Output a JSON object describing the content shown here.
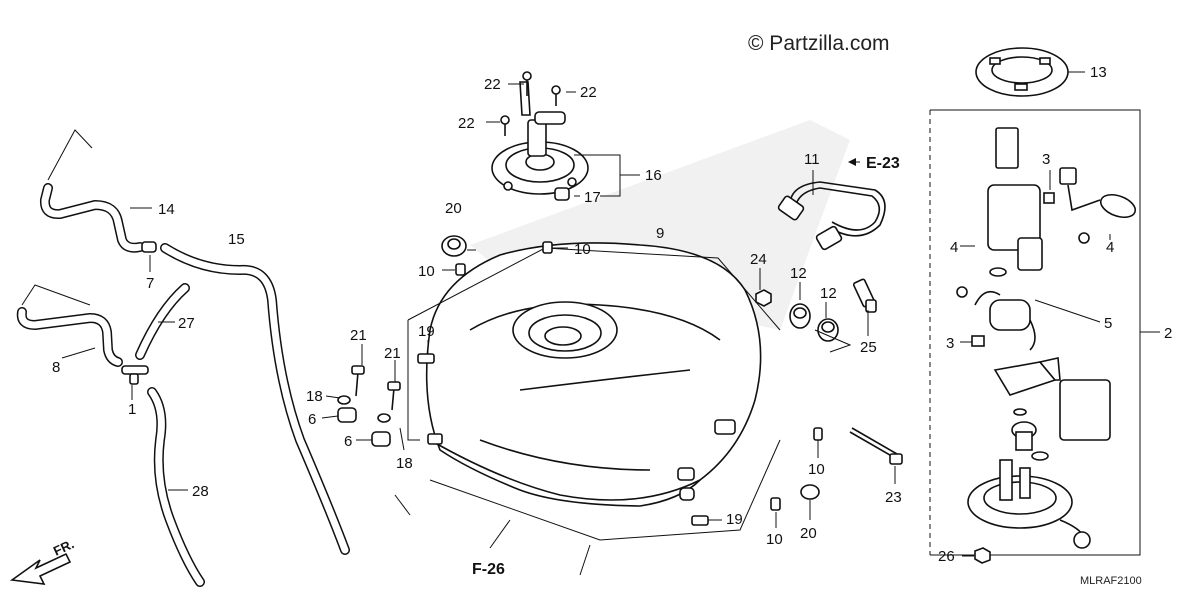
{
  "watermark": "© Partzilla.com",
  "diagram_code": "MLRAF2100",
  "direction_label": "FR.",
  "references": {
    "e23": "E-23",
    "f26": "F-26"
  },
  "callouts": [
    {
      "id": "c-22a",
      "text": "22"
    },
    {
      "id": "c-22b",
      "text": "22"
    },
    {
      "id": "c-22c",
      "text": "22"
    },
    {
      "id": "c-16",
      "text": "16"
    },
    {
      "id": "c-17",
      "text": "17"
    },
    {
      "id": "c-13",
      "text": "13"
    },
    {
      "id": "c-11",
      "text": "11"
    },
    {
      "id": "c-14",
      "text": "14"
    },
    {
      "id": "c-15",
      "text": "15"
    },
    {
      "id": "c-7",
      "text": "7"
    },
    {
      "id": "c-20a",
      "text": "20"
    },
    {
      "id": "c-10a",
      "text": "10"
    },
    {
      "id": "c-10b",
      "text": "10"
    },
    {
      "id": "c-9",
      "text": "9"
    },
    {
      "id": "c-24",
      "text": "24"
    },
    {
      "id": "c-12a",
      "text": "12"
    },
    {
      "id": "c-12b",
      "text": "12"
    },
    {
      "id": "c-25",
      "text": "25"
    },
    {
      "id": "c-3a",
      "text": "3"
    },
    {
      "id": "c-4a",
      "text": "4"
    },
    {
      "id": "c-4b",
      "text": "4"
    },
    {
      "id": "c-5",
      "text": "5"
    },
    {
      "id": "c-3b",
      "text": "3"
    },
    {
      "id": "c-2",
      "text": "2"
    },
    {
      "id": "c-8",
      "text": "8"
    },
    {
      "id": "c-27",
      "text": "27"
    },
    {
      "id": "c-1",
      "text": "1"
    },
    {
      "id": "c-21a",
      "text": "21"
    },
    {
      "id": "c-21b",
      "text": "21"
    },
    {
      "id": "c-19a",
      "text": "19"
    },
    {
      "id": "c-18a",
      "text": "18"
    },
    {
      "id": "c-6a",
      "text": "6"
    },
    {
      "id": "c-6b",
      "text": "6"
    },
    {
      "id": "c-18b",
      "text": "18"
    },
    {
      "id": "c-28",
      "text": "28"
    },
    {
      "id": "c-10c",
      "text": "10"
    },
    {
      "id": "c-23",
      "text": "23"
    },
    {
      "id": "c-20b",
      "text": "20"
    },
    {
      "id": "c-19b",
      "text": "19"
    },
    {
      "id": "c-10d",
      "text": "10"
    },
    {
      "id": "c-26",
      "text": "26"
    }
  ]
}
